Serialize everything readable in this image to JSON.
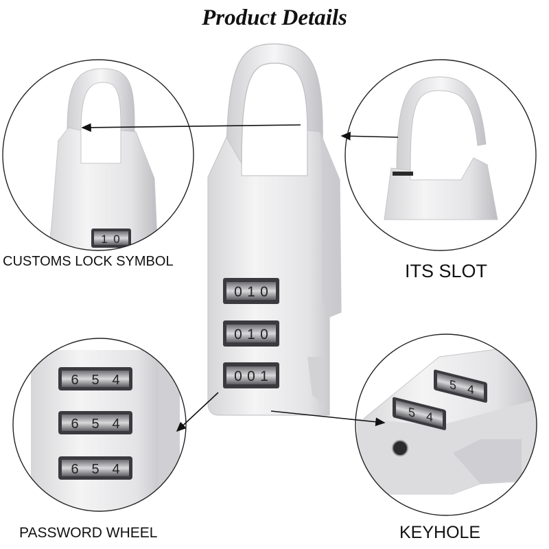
{
  "title": "Product Details",
  "labels": {
    "customs_lock_symbol": "CUSTOMS LOCK SYMBOL",
    "its_slot": "ITS SLOT",
    "password_wheel": "PASSWORD WHEEL",
    "keyhole": "KEYHOLE"
  },
  "main_lock": {
    "wheels": [
      {
        "digits": [
          "0",
          "1",
          "0"
        ]
      },
      {
        "digits": [
          "0",
          "1",
          "0"
        ]
      },
      {
        "digits": [
          "0",
          "0",
          "1"
        ]
      }
    ]
  },
  "customs_detail": {
    "digits": [
      "1",
      "0"
    ]
  },
  "password_detail": {
    "wheels": [
      {
        "digits": [
          "6",
          "5",
          "4"
        ]
      },
      {
        "digits": [
          "6",
          "5",
          "4"
        ]
      },
      {
        "digits": [
          "6",
          "5",
          "4"
        ]
      }
    ]
  },
  "keyhole_detail": {
    "wheels": [
      {
        "digits": [
          "5",
          "4"
        ]
      },
      {
        "digits": [
          "5",
          "4"
        ]
      }
    ]
  },
  "colors": {
    "metal": "#e9e9ea",
    "metal_shade": "#c9c9cc",
    "circle_border": "#222222",
    "arrow": "#111111"
  }
}
